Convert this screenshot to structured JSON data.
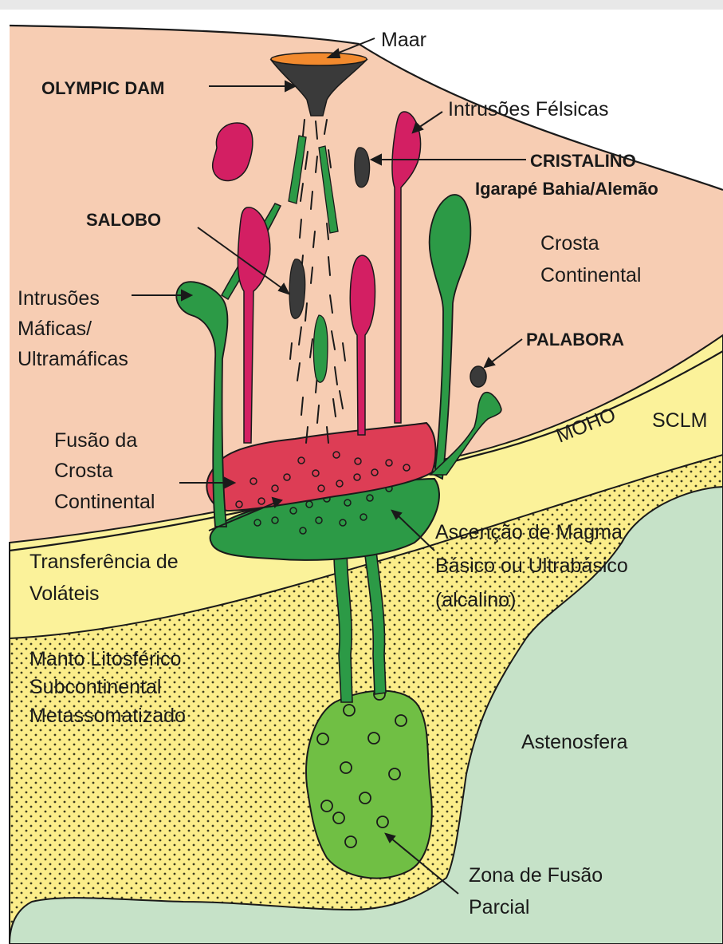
{
  "labels": {
    "maar": "Maar",
    "olympic_dam": "OLYMPIC DAM",
    "intrusoes_felsicas": "Intrusões Félsicas",
    "cristalino": "CRISTALINO",
    "igarape": "Igarapé Bahia/Alemão",
    "salobo": "SALOBO",
    "crosta_continental": [
      "Crosta",
      "Continental"
    ],
    "intrusoes_maficas": [
      "Intrusões",
      "Máficas/",
      "Ultramáficas"
    ],
    "palabora": "PALABORA",
    "moho": "MOHO",
    "sclm": "SCLM",
    "fusao_crosta": [
      "Fusão da",
      "Crosta",
      "Continental"
    ],
    "transferencia": [
      "Transferência de",
      "Voláteis"
    ],
    "ascencao": [
      "Ascenção de Magma",
      "Básico ou Ultrabásico",
      "(alcalino)"
    ],
    "manto": [
      "Manto Litosférico",
      "Subcontinental",
      "Metassomatizado"
    ],
    "astenosfera": "Astenosfera",
    "zona_fusao": [
      "Zona de Fusão",
      "Parcial"
    ]
  },
  "colors": {
    "crust": "#f7cdb3",
    "sclm": "#fbf29a",
    "mantle": "#fbed8a",
    "asthenosphere": "#c6e2c8",
    "mafic": "#2c9a46",
    "felsic": "#d31f63",
    "melt_zone": "#70bf44",
    "crust_melt": "#dd3d55",
    "deposit": "#3a3a3a",
    "maar": "#f28a2e"
  }
}
